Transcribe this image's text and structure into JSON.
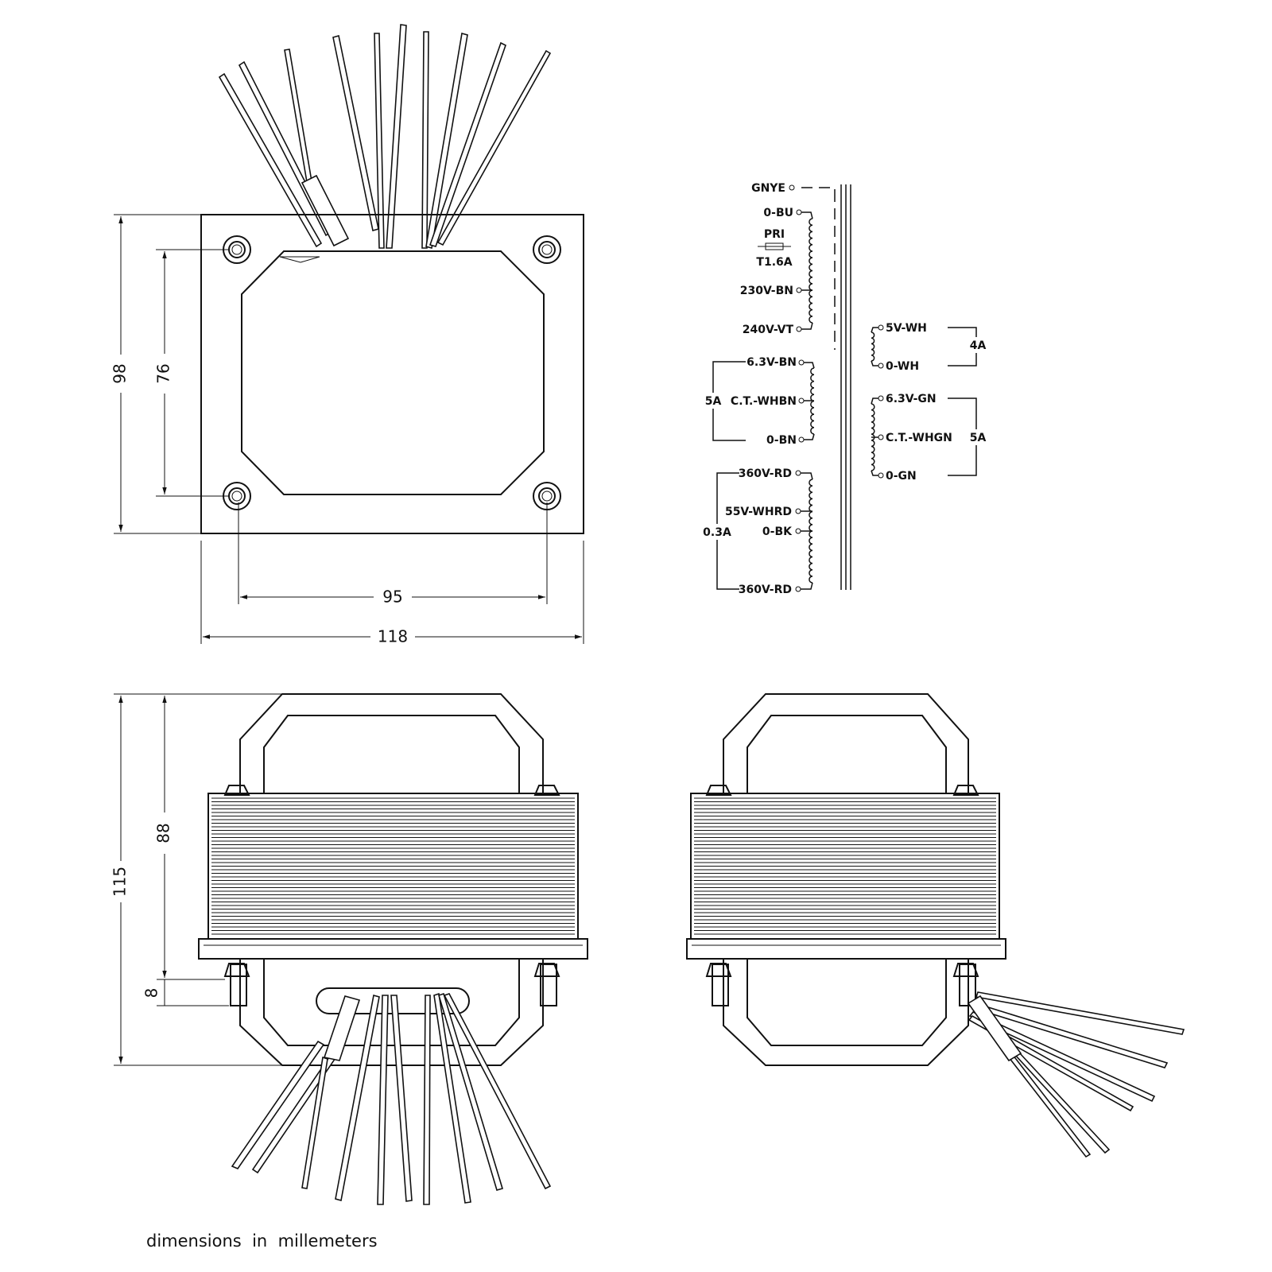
{
  "dimensions": {
    "top_height_outer": "98",
    "top_height_holes": "76",
    "top_width_holes": "95",
    "top_width_outer": "118",
    "side_height_total": "115",
    "side_height_core": "88",
    "side_foot": "8"
  },
  "schematic": {
    "primary": {
      "ground": "GNYE",
      "zero": "0-BU",
      "fuse_top": "PRI",
      "fuse_bottom": "T1.6A",
      "tap_230": "230V-BN",
      "tap_240": "240V-VT"
    },
    "sec_heater": {
      "top": "6.3V-BN",
      "ct": "C.T.-WHBN",
      "bottom": "0-BN",
      "current": "5A"
    },
    "sec_ht": {
      "top": "360V-RD",
      "tap55": "55V-WHRD",
      "zero": "0-BK",
      "bottom": "360V-RD",
      "current": "0.3A"
    },
    "sec_5v": {
      "top": "5V-WH",
      "bottom": "0-WH",
      "current": "4A"
    },
    "sec_63gn": {
      "top": "6.3V-GN",
      "ct": "C.T.-WHGN",
      "bottom": "0-GN",
      "current": "5A"
    }
  },
  "footnote": "dimensions  in  millemeters"
}
